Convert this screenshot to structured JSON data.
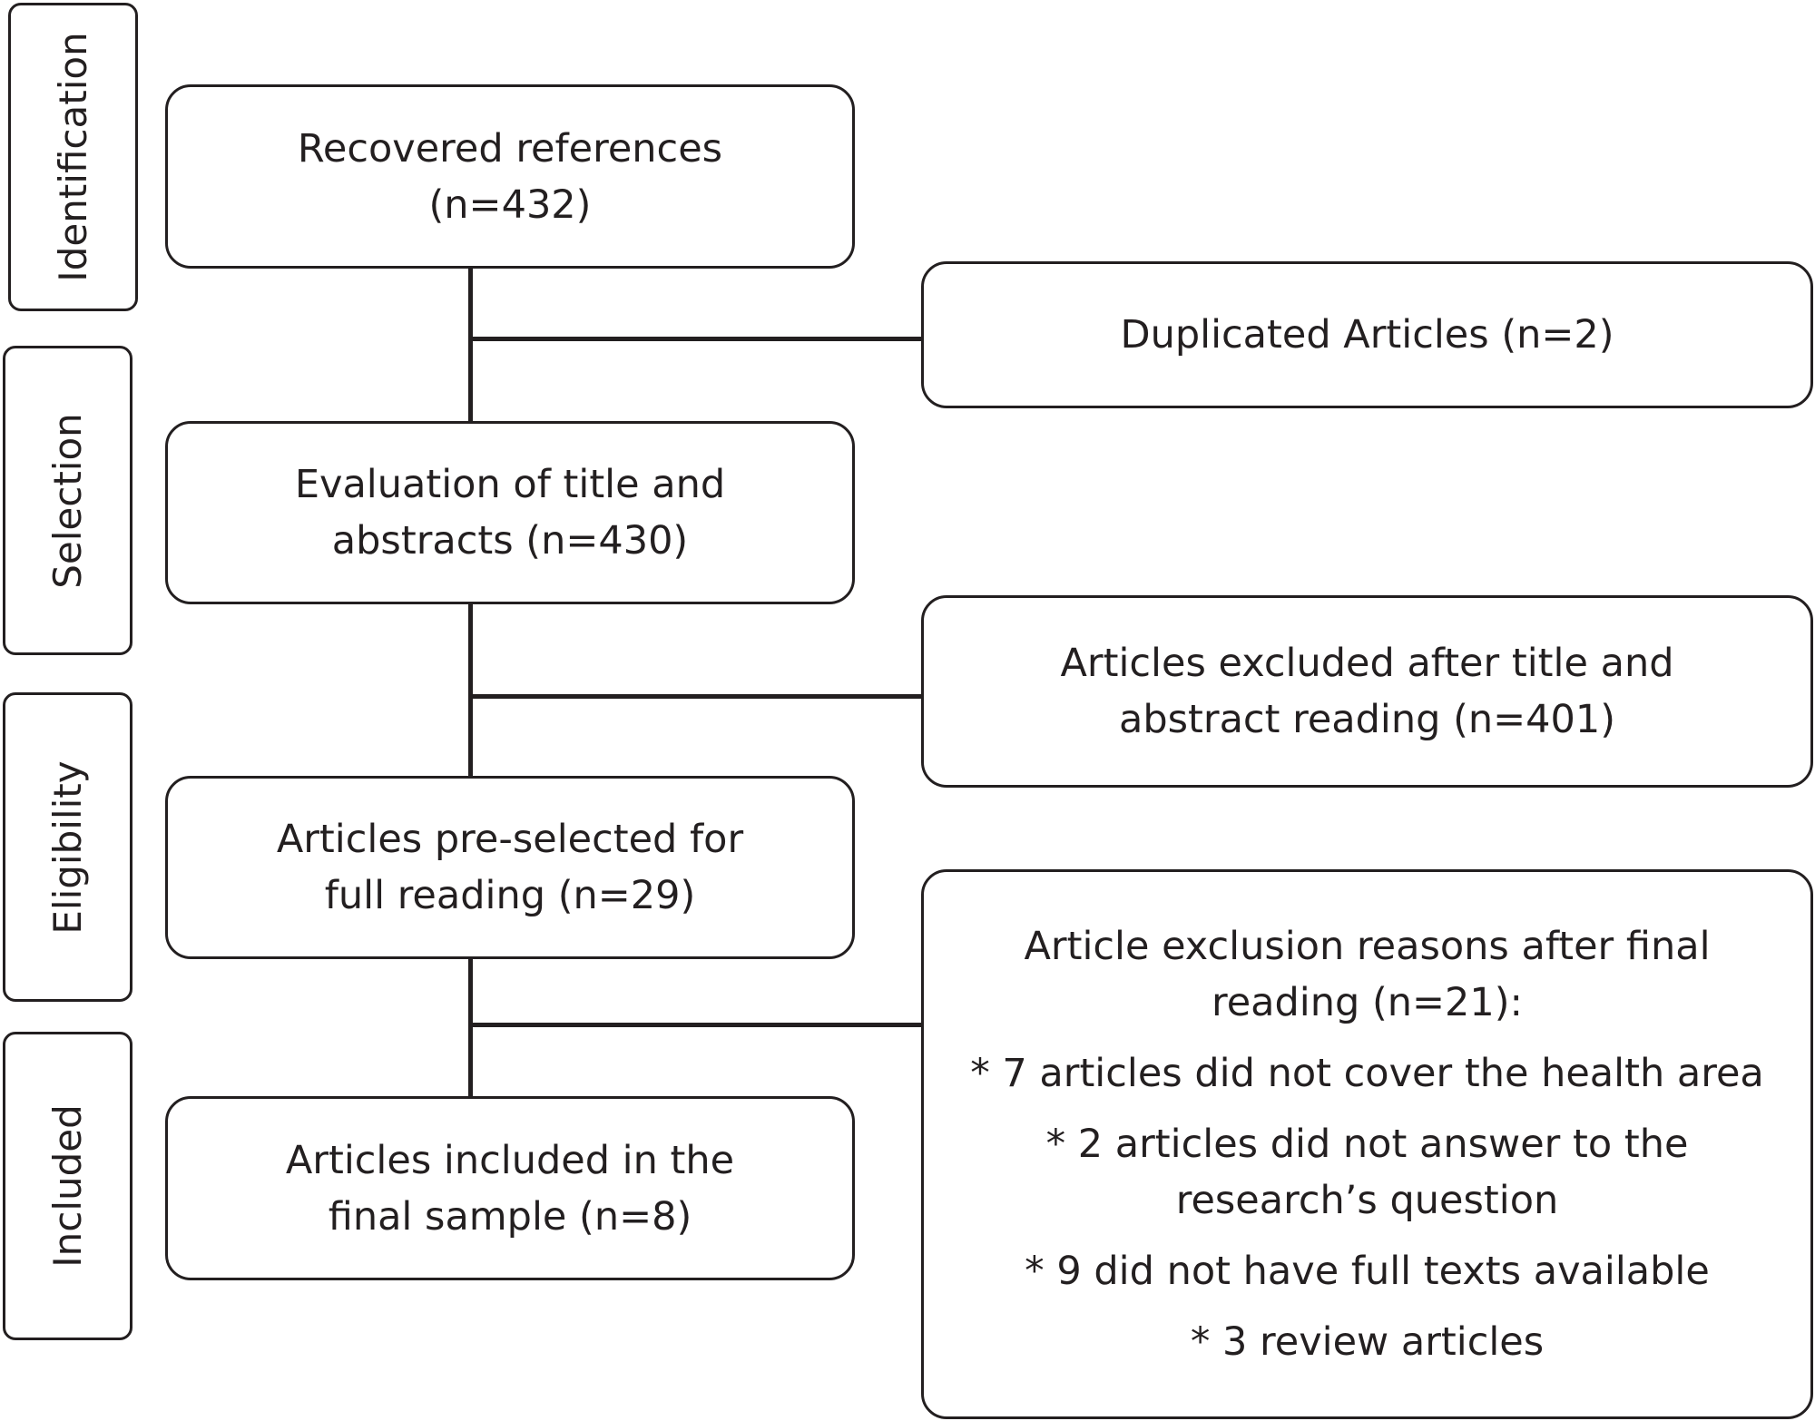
{
  "stages": {
    "identification": "Identification",
    "selection": "Selection",
    "eligibility": "Eligibility",
    "included": "Included"
  },
  "main_flow": {
    "recovered": {
      "line1": "Recovered references",
      "line2": "(n=432)"
    },
    "evaluation": {
      "line1": "Evaluation of title and",
      "line2": "abstracts (n=430)"
    },
    "preselected": {
      "line1": "Articles pre-selected for",
      "line2": "full reading (n=29)"
    },
    "included": {
      "line1": "Articles included in the",
      "line2": "final sample (n=8)"
    }
  },
  "exclusions": {
    "duplicated": {
      "line1": "Duplicated Articles (n=2)"
    },
    "title_abstract": {
      "line1": "Articles excluded after title and",
      "line2": "abstract reading (n=401)"
    },
    "final_reading": {
      "heading1": "Article exclusion reasons after final",
      "heading2": "reading (n=21):",
      "reason1": "* 7 articles did not cover the health area",
      "reason2_line1": "* 2 articles did not answer to the",
      "reason2_line2": "research’s question",
      "reason3": "* 9 did not have full texts available",
      "reason4": "* 3 review articles"
    }
  },
  "colors": {
    "stroke": "#231f20",
    "background": "#ffffff"
  }
}
